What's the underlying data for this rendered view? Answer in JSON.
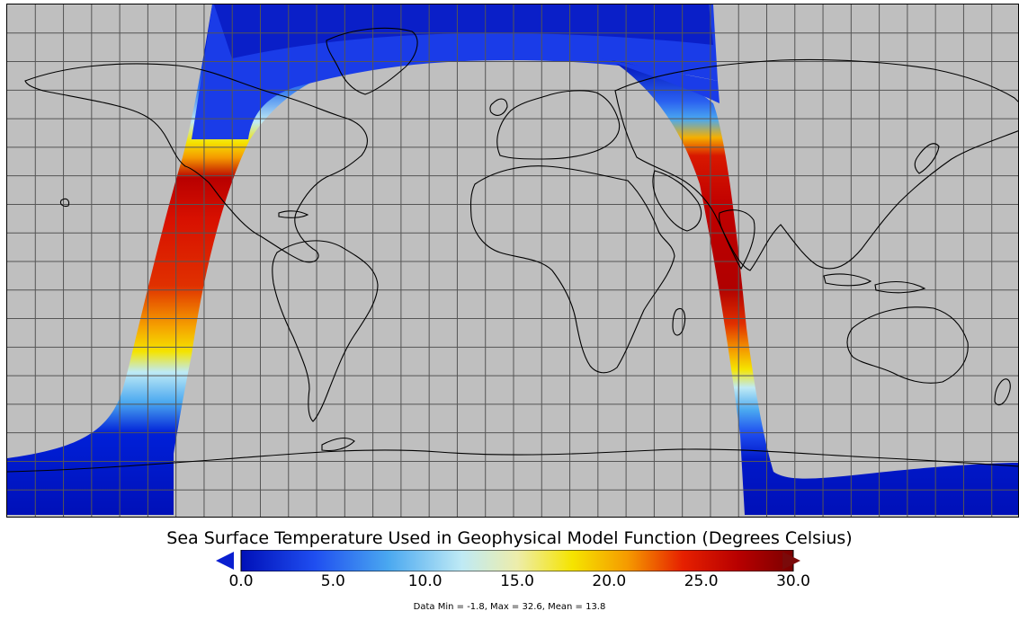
{
  "colorbar": {
    "title": "Sea Surface Temperature Used in Geophysical Model Function (Degrees Celsius)",
    "min": 0.0,
    "max": 30.0,
    "tick_labels": [
      "0.0",
      "5.0",
      "10.0",
      "15.0",
      "20.0",
      "25.0",
      "30.0"
    ],
    "tick_values": [
      0,
      5,
      10,
      15,
      20,
      25,
      30
    ],
    "under_color": "#0a1fd0",
    "over_color": "#7a0a0a",
    "stops": [
      {
        "value": 0,
        "color": "#0010b8"
      },
      {
        "value": 4,
        "color": "#1f4ef0"
      },
      {
        "value": 8,
        "color": "#4aa8f0"
      },
      {
        "value": 12,
        "color": "#bfeaf5"
      },
      {
        "value": 15,
        "color": "#ededab"
      },
      {
        "value": 18,
        "color": "#f5e400"
      },
      {
        "value": 21,
        "color": "#f59a00"
      },
      {
        "value": 24,
        "color": "#e62000"
      },
      {
        "value": 27,
        "color": "#b80000"
      },
      {
        "value": 30,
        "color": "#7a0000"
      }
    ]
  },
  "stats": "Data Min = -1.8, Max = 32.6, Mean = 13.8",
  "map": {
    "land_color": "#bfbfbf",
    "grid_color": "#555555",
    "coast_color": "#000000",
    "grid_spacing_deg": 10
  }
}
